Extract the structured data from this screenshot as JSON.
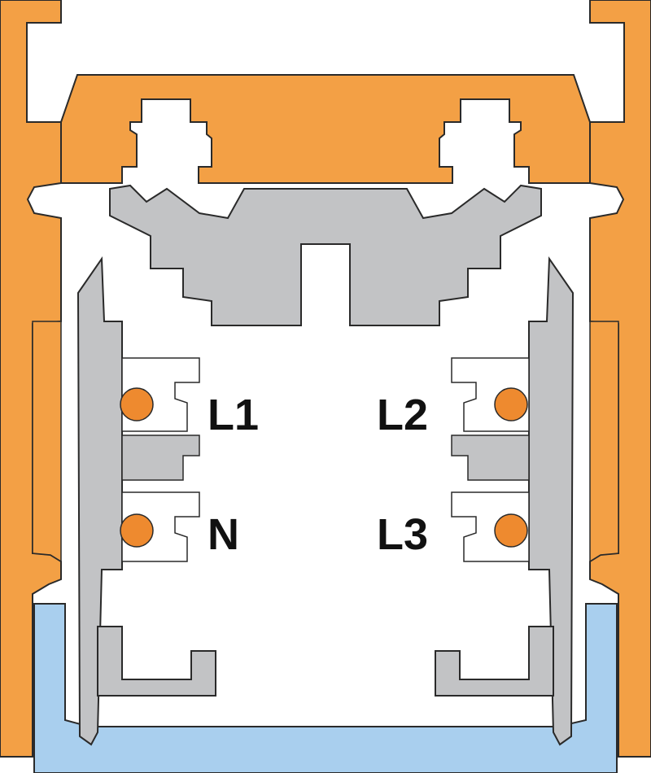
{
  "labels": {
    "l1": "L1",
    "l2": "L2",
    "n": "N",
    "l3": "L3"
  },
  "colors": {
    "housing": "#F3A045",
    "insulator": "#C2C3C5",
    "conductor": "#EE8A2F",
    "diffuser": "#A9CFEE",
    "outline": "#2a2a2a",
    "background": "#ffffff"
  }
}
